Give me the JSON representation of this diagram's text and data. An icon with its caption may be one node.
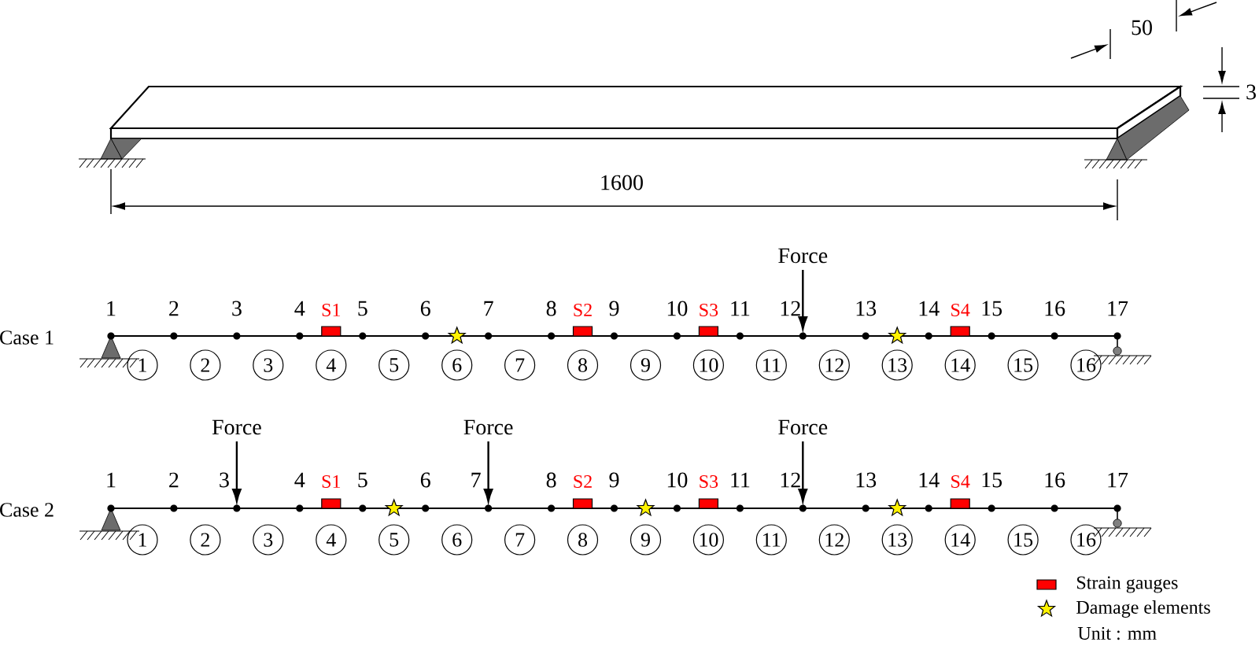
{
  "diagram": {
    "nodes": [
      {
        "text": [
          "1"
        ]
      },
      {
        "text": [
          "2"
        ]
      },
      {
        "text": [
          "3"
        ]
      },
      {
        "text": [
          "4"
        ]
      },
      {
        "text": [
          "5"
        ]
      },
      {
        "text": [
          "6"
        ]
      },
      {
        "text": [
          "7"
        ]
      },
      {
        "text": [
          "8"
        ]
      },
      {
        "text": [
          "9"
        ]
      },
      {
        "text": [
          "10"
        ]
      },
      {
        "text": [
          "11"
        ]
      },
      {
        "text": [
          "12"
        ]
      },
      {
        "text": [
          "13"
        ]
      },
      {
        "text": [
          "14"
        ]
      },
      {
        "text": [
          "15"
        ]
      },
      {
        "text": [
          "16"
        ]
      },
      {
        "text": [
          "1"
        ]
      },
      {
        "text": [
          "2"
        ]
      },
      {
        "text": [
          "3"
        ]
      },
      {
        "text": [
          "4"
        ]
      },
      {
        "text": [
          "5"
        ]
      },
      {
        "text": [
          "6"
        ]
      },
      {
        "text": [
          "7"
        ]
      },
      {
        "text": [
          "8"
        ]
      },
      {
        "text": [
          "9"
        ]
      },
      {
        "text": [
          "10"
        ]
      },
      {
        "text": [
          "11"
        ]
      },
      {
        "text": [
          "12"
        ]
      },
      {
        "text": [
          "13"
        ]
      },
      {
        "text": [
          "14"
        ]
      },
      {
        "text": [
          "15"
        ]
      },
      {
        "text": [
          "16"
        ]
      }
    ],
    "labels": [
      "50",
      "3",
      "1600",
      "Force",
      "1",
      "2",
      "3",
      "4",
      "S1",
      "5",
      "6",
      "7",
      "8",
      "S2",
      "9",
      "10",
      "S3",
      "11",
      "12",
      "13",
      "14",
      "S4",
      "15",
      "16",
      "17",
      "Case 1",
      "Force",
      "Force",
      "Force",
      "1",
      "2",
      "3",
      "4",
      "S1",
      "5",
      "6",
      "7",
      "8",
      "S2",
      "9",
      "10",
      "S3",
      "11",
      "12",
      "13",
      "14",
      "S4",
      "15",
      "16",
      "17",
      "Case 2",
      "Unit : mm"
    ],
    "legend": [
      {
        "text": "Strain gauges",
        "color": "#ff0000"
      },
      {
        "text": "Damage elements"
      }
    ]
  }
}
